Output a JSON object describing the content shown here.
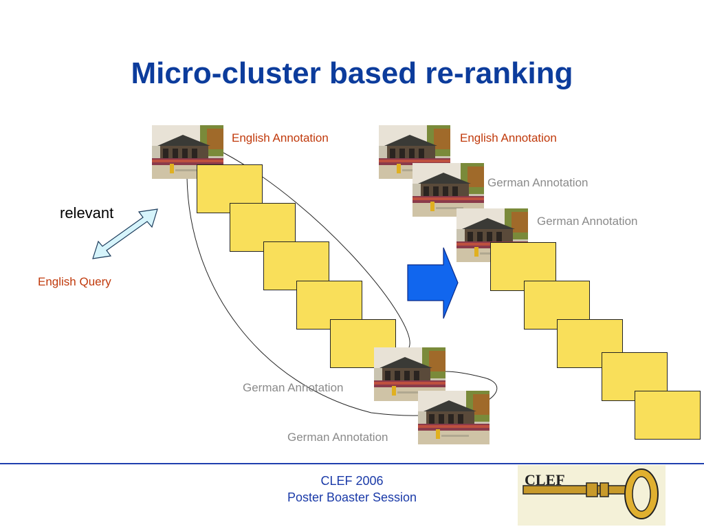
{
  "slide": {
    "title": "Micro-cluster based re-ranking"
  },
  "labels": {
    "english_annotation_left": "English Annotation",
    "english_annotation_right": "English Annotation",
    "german_annotation_right_1": "German Annotation",
    "german_annotation_right_2": "German Annotation",
    "german_annotation_bottom_1": "German Annotation",
    "german_annotation_bottom_2": "German Annotation",
    "relevant": "relevant",
    "english_query": "English Query"
  },
  "footer": {
    "line1": "CLEF 2006",
    "line2": "Poster Boaster Session",
    "logo_text": "CLEF"
  },
  "colors": {
    "title": "#0c3c9c",
    "annotation_english": "#c0390b",
    "annotation_german": "#8a8a8a",
    "result_box": "#f9df5a",
    "arrow": "#1166ee",
    "double_arrow": "#d6f4fb",
    "footer": "#1a3aa8"
  },
  "icons": {
    "double_arrow": "double-arrow-icon",
    "right_arrow": "right-arrow-icon",
    "logo": "clef-key-logo-icon"
  }
}
